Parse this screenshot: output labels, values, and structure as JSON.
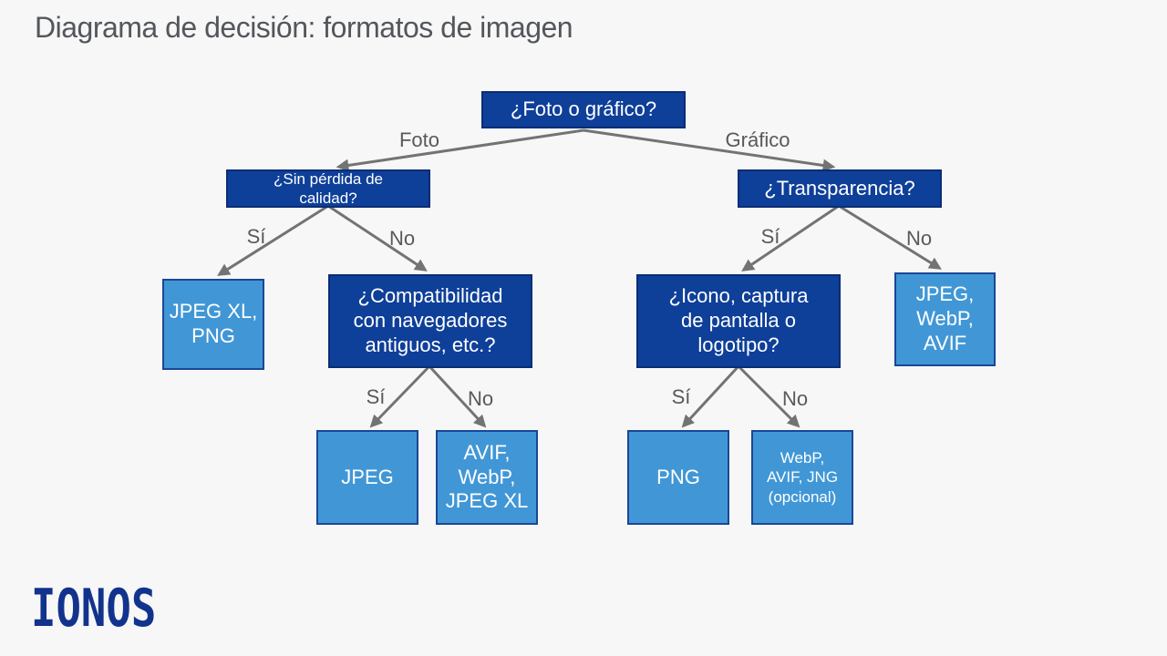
{
  "title": "Diagrama de decisión: formatos de imagen",
  "brand": {
    "logo_text": "IONOS"
  },
  "colors": {
    "background": "#f7f7f7",
    "decision_box_fill": "#0e3f99",
    "decision_box_border": "#0a2d74",
    "result_box_fill": "#4197d6",
    "result_box_border": "#1a4697",
    "arrow_gray": "#737373",
    "label_gray": "#595959",
    "title_gray": "#53575c",
    "logo_navy": "#12338d"
  },
  "nodes": {
    "root": "¿Foto o gráfico?",
    "lossless": "¿Sin pérdida de\ncalidad?",
    "transparency": "¿Transparencia?",
    "jpegxl_png": "JPEG XL,\nPNG",
    "compatibility": "¿Compatibilidad\ncon navegadores\nantiguos, etc.?",
    "icon_question": "¿Icono, captura\nde pantalla o\nlogotipo?",
    "jpeg_webp_avif": "JPEG,\nWebP,\nAVIF",
    "jpeg": "JPEG",
    "avif_webp_jpegxl": "AVIF,\nWebP,\nJPEG XL",
    "png": "PNG",
    "webp_avif_jng": "WebP,\nAVIF, JNG\n(opcional)"
  },
  "edge_labels": {
    "foto": "Foto",
    "grafico": "Gráfico",
    "si": "Sí",
    "no": "No"
  }
}
